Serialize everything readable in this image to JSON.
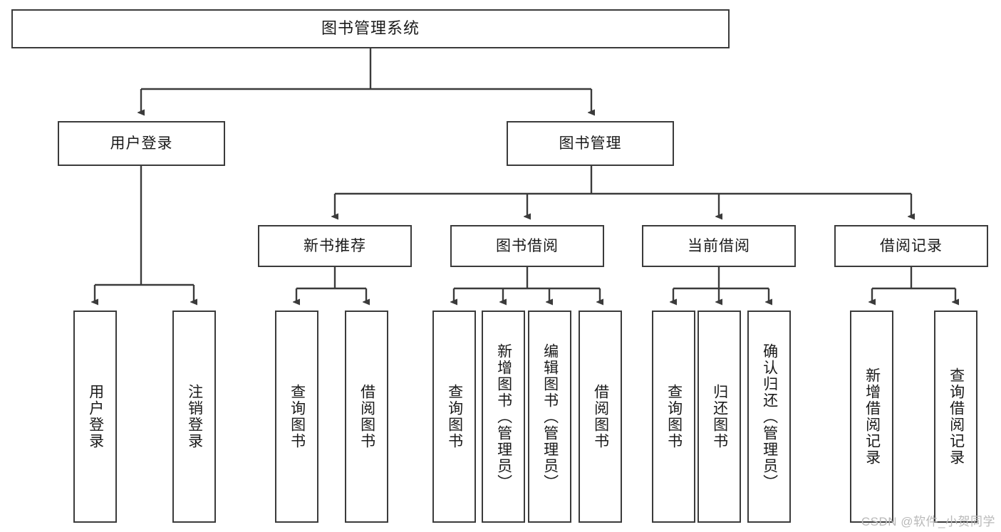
{
  "diagram": {
    "title": "图书管理系统",
    "type": "tree-hierarchy-chart",
    "root": {
      "label": "图书管理系统"
    },
    "level2": [
      {
        "label": "用户登录"
      },
      {
        "label": "图书管理"
      }
    ],
    "level3": [
      {
        "label": "新书推荐"
      },
      {
        "label": "图书借阅"
      },
      {
        "label": "当前借阅"
      },
      {
        "label": "借阅记录"
      }
    ],
    "leaves": {
      "user_login": [
        {
          "label": "用户登录"
        },
        {
          "label": "注销登录"
        }
      ],
      "new_book_recommend": [
        {
          "label": "查询图书"
        },
        {
          "label": "借阅图书"
        }
      ],
      "book_borrow": [
        {
          "label": "查询图书"
        },
        {
          "label": "新增图书（管理员）"
        },
        {
          "label": "编辑图书（管理员）"
        },
        {
          "label": "借阅图书"
        }
      ],
      "current_borrow": [
        {
          "label": "查询图书"
        },
        {
          "label": "归还图书"
        },
        {
          "label": "确认归还（管理员）"
        }
      ],
      "borrow_record": [
        {
          "label": "新增借阅记录"
        },
        {
          "label": "查询借阅记录"
        }
      ]
    }
  },
  "watermark": {
    "text": "CSDN @软件_小贺同学"
  },
  "colors": {
    "box_border": "#3b3b3b",
    "box_fill": "#ffffff",
    "connector": "#3b3b3b",
    "text": "#1a1a1a",
    "watermark": "#b9b9b9"
  }
}
